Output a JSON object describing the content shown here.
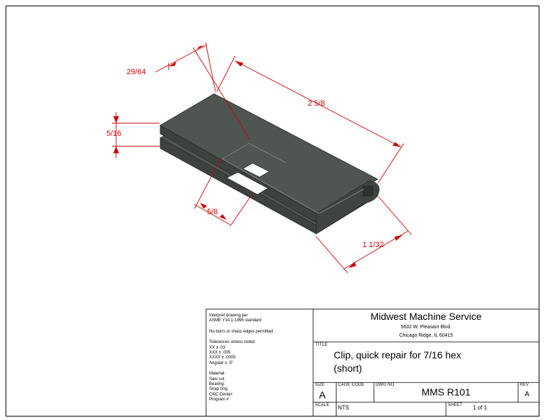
{
  "dimensions": {
    "d_29_64": "29/64",
    "d_2_5_8": "2 5/8",
    "d_5_16": "5/16",
    "d_5_8": "5/8",
    "d_1_1_32": "1 1/32"
  },
  "notes": {
    "interpret": "Interpret drawing per",
    "standard": "ASME Y14.1-1995 standard",
    "burrs": "No burrs or sharp edges permitted",
    "tolerances": "Tolerances unless noted:",
    "xx": "XX ± .03",
    "xxx": "XXX ± .005",
    "xxxx": "XXXX ± .0005",
    "angular": "Angular ± .5°",
    "material": "Material:",
    "saw_cut": "Saw cut:",
    "bearing": "Bearing:",
    "snap_ring": "Snap ring:",
    "cnc_center": "CNC Center:",
    "program": "Program #"
  },
  "company": {
    "name": "Midwest Machine Service",
    "address1": "5632 W. Pleasant Blvd.",
    "address2": "Chicago Ridge, IL 60415"
  },
  "title_block": {
    "title_label": "TITLE",
    "title_line1": "Clip, quick repair for 7/16 hex",
    "title_line2": "(short)",
    "size_label": "SIZE",
    "size_value": "A",
    "cage_label": "CAGE CODE",
    "dwg_label": "DWG NO",
    "dwg_value": "MMS R101",
    "rev_label": "REV",
    "rev_value": "A",
    "scale_label": "SCALE",
    "scale_value": "NTS",
    "sheet_label": "SHEET",
    "sheet_value": "1 of 1"
  },
  "colors": {
    "part_top": "#4f5550",
    "part_side": "#3d423e",
    "dimension": "#cc0000"
  }
}
